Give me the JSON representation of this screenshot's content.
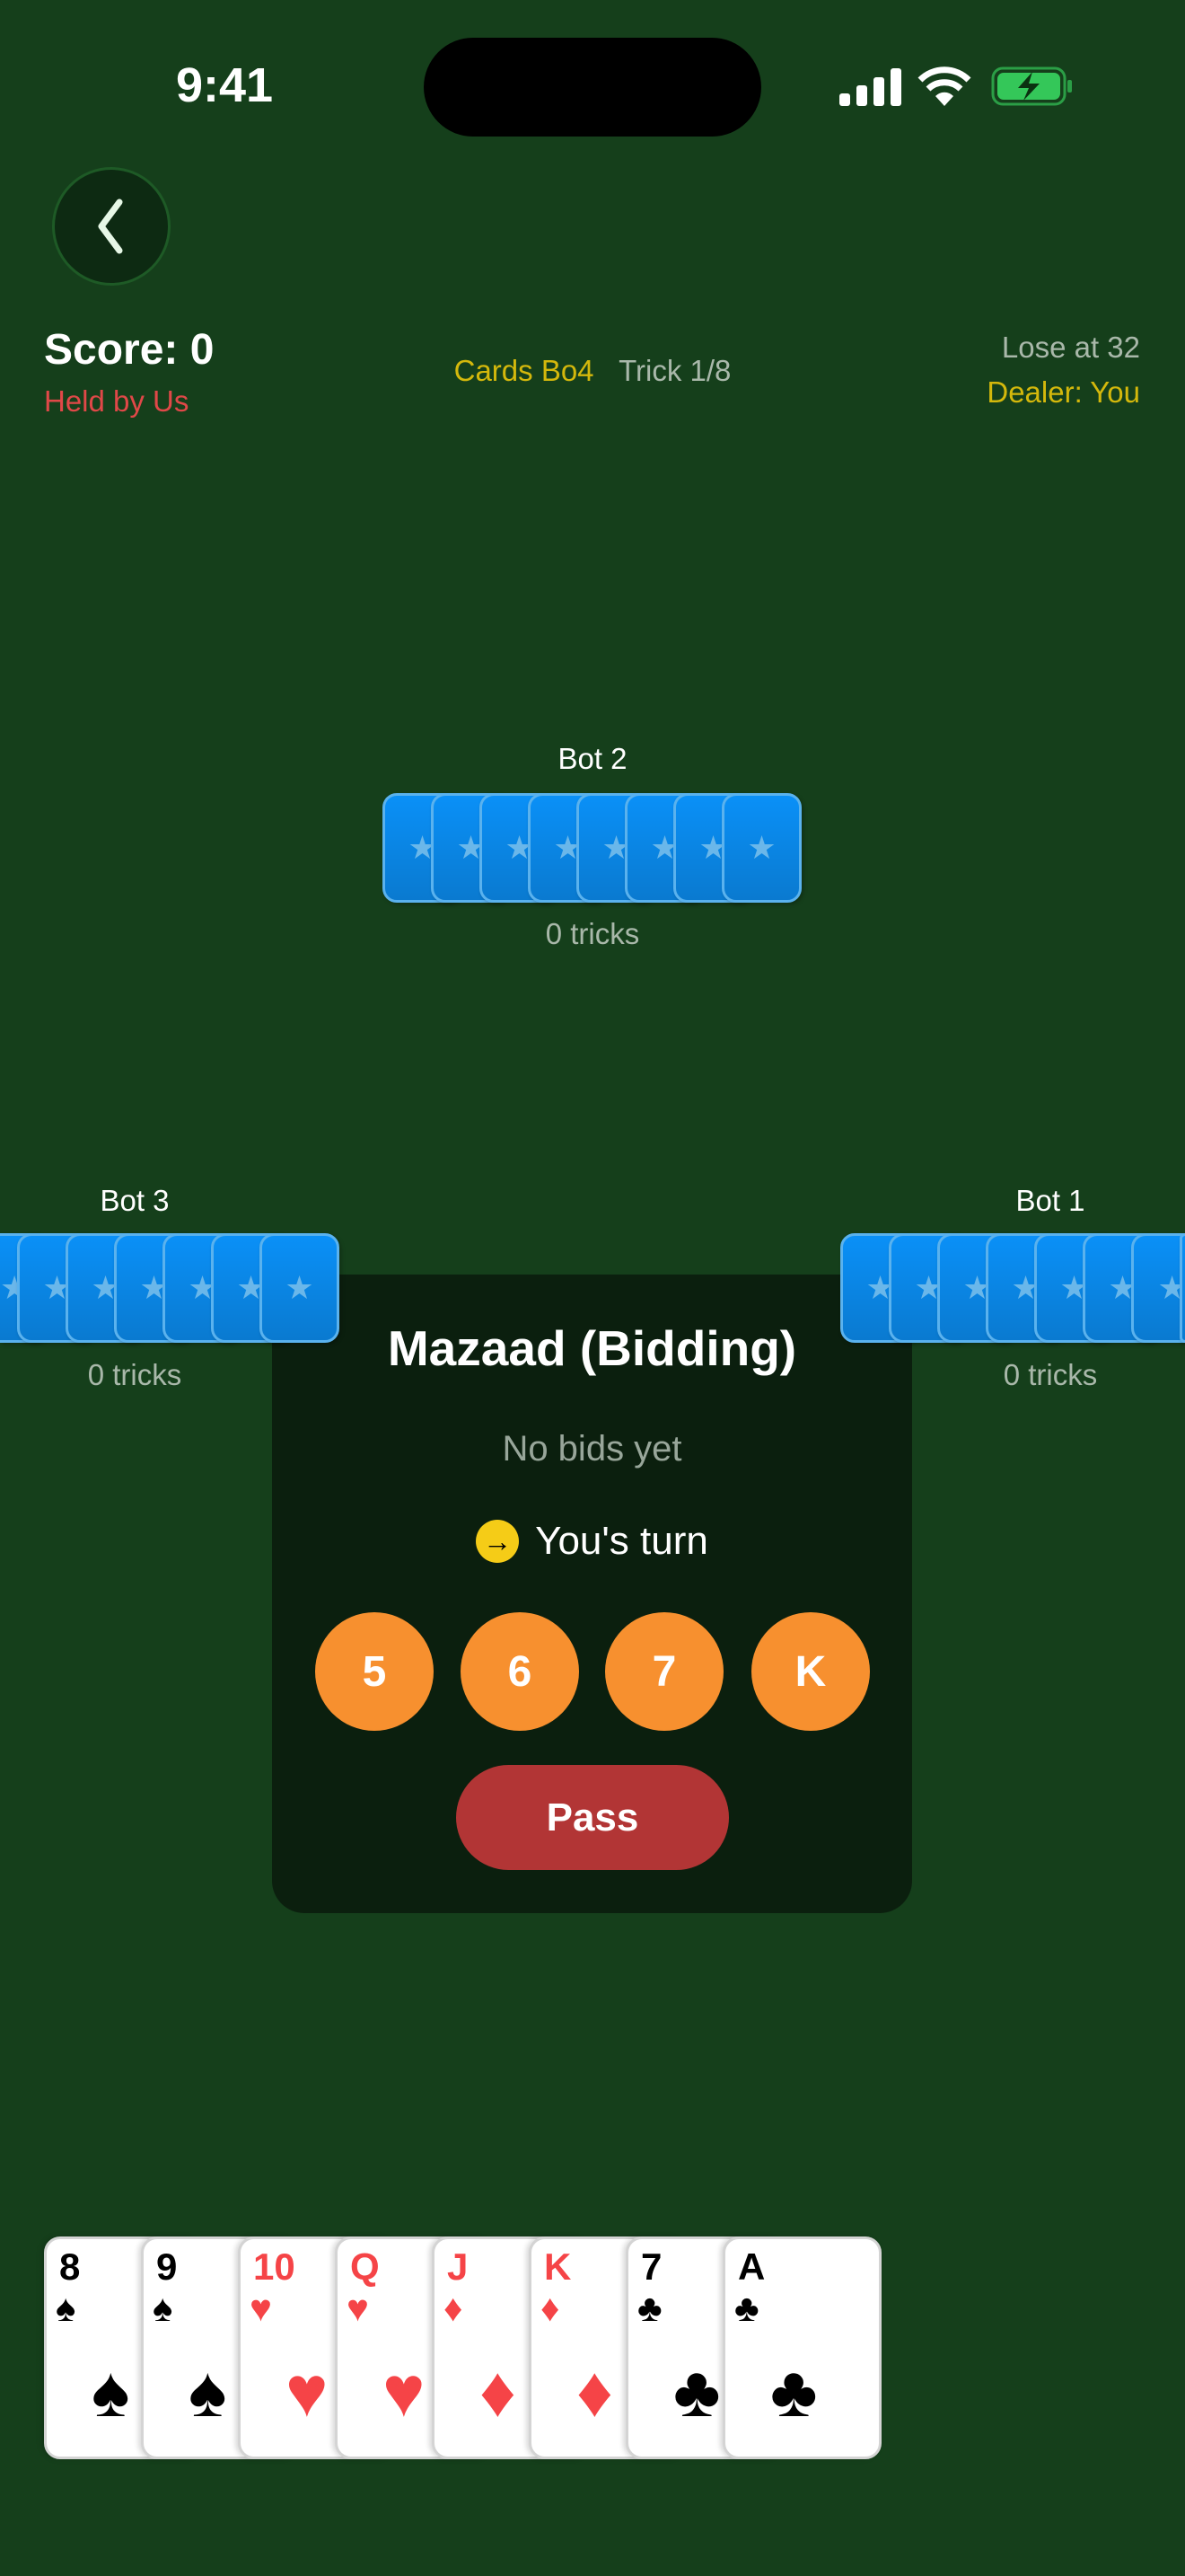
{
  "status_bar": {
    "time": "9:41",
    "icons": [
      "signal-icon",
      "wifi-icon",
      "battery-charging-icon"
    ],
    "battery_color": "#34c759"
  },
  "header": {
    "back_icon": "chevron-left-icon",
    "score": "Score: 0",
    "held_by": "Held by Us",
    "cards_label": "Cards Bo4",
    "trick": "Trick 1/8",
    "lose_at": "Lose at 32",
    "dealer": "Dealer: You"
  },
  "bots": [
    {
      "name": "Bot 2",
      "tricks": "0 tricks",
      "cards": 8
    },
    {
      "name": "Bot 3",
      "tricks": "0 tricks",
      "cards": 8
    },
    {
      "name": "Bot 1",
      "tricks": "0 tricks",
      "cards": 8
    }
  ],
  "card_back_icon": "star-icon",
  "bidding": {
    "title": "Mazaad (Bidding)",
    "status": "No bids yet",
    "turn_icon": "arrow-right-icon",
    "turn": "You's turn",
    "bids": [
      "5",
      "6",
      "7",
      "K"
    ],
    "pass": "Pass",
    "bid_color": "#f7902f",
    "pass_color": "#b23535"
  },
  "hand": [
    {
      "rank": "8",
      "suit": "♠",
      "color": "black"
    },
    {
      "rank": "9",
      "suit": "♠",
      "color": "black"
    },
    {
      "rank": "10",
      "suit": "♥",
      "color": "red"
    },
    {
      "rank": "Q",
      "suit": "♥",
      "color": "red"
    },
    {
      "rank": "J",
      "suit": "♦",
      "color": "red"
    },
    {
      "rank": "K",
      "suit": "♦",
      "color": "red"
    },
    {
      "rank": "7",
      "suit": "♣",
      "color": "black"
    },
    {
      "rank": "A",
      "suit": "♣",
      "color": "black"
    }
  ],
  "colors": {
    "felt": "#153f1b",
    "card_back": "#0a8ef5",
    "red_suit": "#f54447"
  }
}
